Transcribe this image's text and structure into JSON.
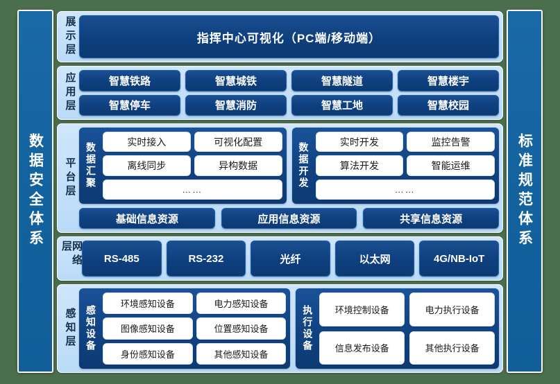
{
  "pillars": {
    "left": "数据安全体系",
    "right": "标准规范体系"
  },
  "layers": {
    "display": {
      "label": "展示层",
      "banner": "指挥中心可视化（PC端/移动端）"
    },
    "application": {
      "label": "应用层",
      "items": [
        "智慧铁路",
        "智慧城铁",
        "智慧隧道",
        "智慧楼宇",
        "智慧停车",
        "智慧消防",
        "智慧工地",
        "智慧校园"
      ]
    },
    "platform": {
      "label": "平台层",
      "groups": [
        {
          "title": "数据汇聚",
          "items": [
            "实时接入",
            "可视化配置",
            "离线同步",
            "异构数据"
          ],
          "more": "……"
        },
        {
          "title": "数据开发",
          "items": [
            "实时开发",
            "监控告警",
            "算法开发",
            "智能运维"
          ],
          "more": "……"
        }
      ],
      "resources": [
        "基础信息资源",
        "应用信息资源",
        "共享信息资源"
      ]
    },
    "network": {
      "label": "网络层",
      "items": [
        "RS-485",
        "RS-232",
        "光纤",
        "以太网",
        "4G/NB-IoT"
      ]
    },
    "perception": {
      "label": "感知层",
      "groups": [
        {
          "title": "感知设备",
          "items": [
            "环境感知设备",
            "电力感知设备",
            "图像感知设备",
            "位置感知设备",
            "身份感知设备",
            "其他感知设备"
          ]
        },
        {
          "title": "执行设备",
          "items": [
            "环境控制设备",
            "电力执行设备",
            "信息发布设备",
            "其他执行设备"
          ]
        }
      ]
    }
  },
  "colors": {
    "background": "#4b6e4d",
    "pillar": "#13629e",
    "dark_box": "#0e3f7e",
    "light_container": "#c3e0fa",
    "white_box": "#ffffff"
  }
}
